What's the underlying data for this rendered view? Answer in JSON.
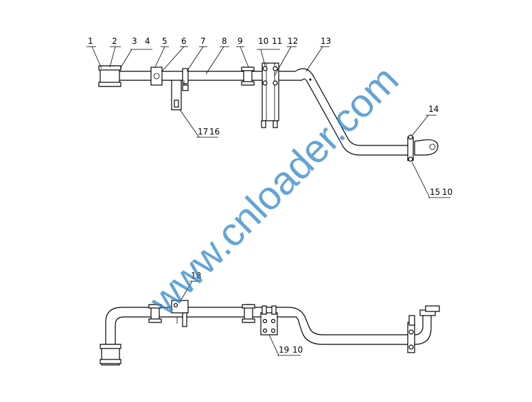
{
  "labels": {
    "top": [
      "1",
      "2",
      "3",
      "4",
      "5",
      "6",
      "7",
      "8",
      "9",
      "10",
      "11",
      "12",
      "13"
    ],
    "l14": "14",
    "l15": "15",
    "l10a": "10",
    "l17": "17",
    "l16": "16",
    "l18": "18",
    "l19": "19",
    "l10b": "10"
  },
  "watermark": "www.cnloader.com",
  "colors": {
    "line": "#000000",
    "watermark": "#2f86c9"
  }
}
